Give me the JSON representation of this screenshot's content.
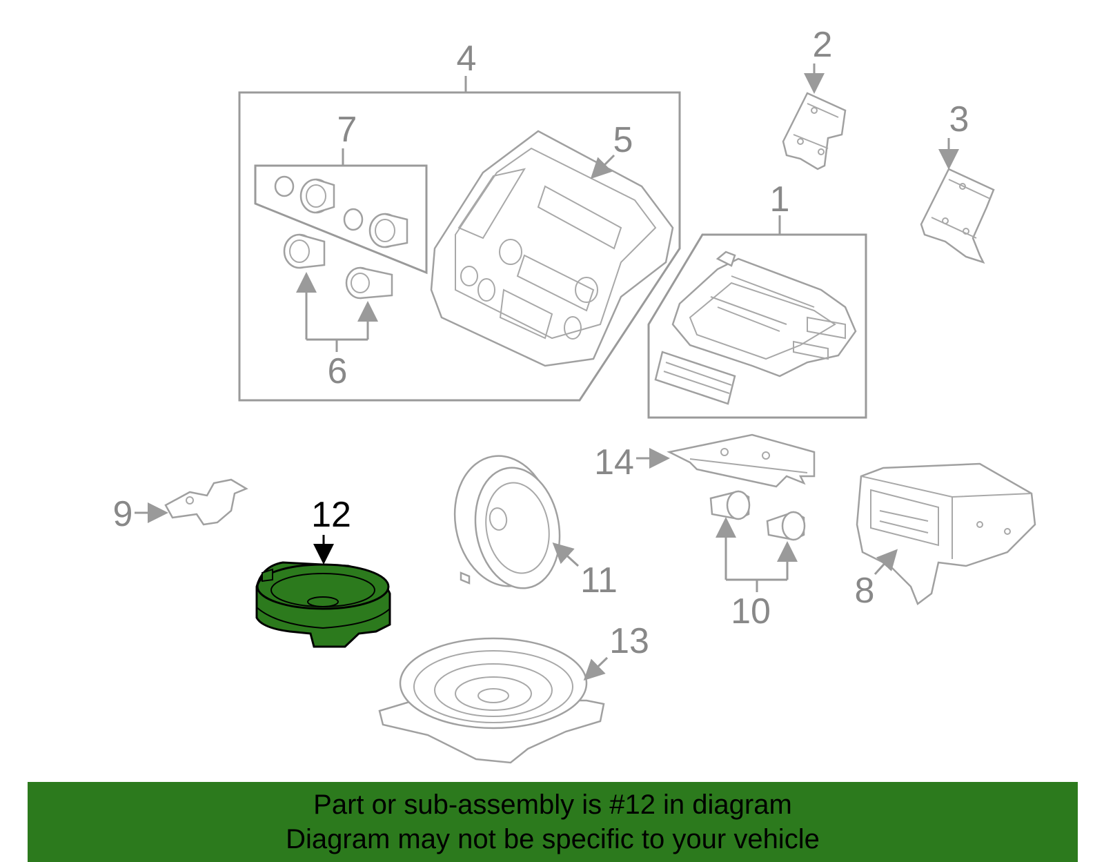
{
  "callouts": {
    "c1": "1",
    "c2": "2",
    "c3": "3",
    "c4": "4",
    "c5": "5",
    "c6": "6",
    "c7": "7",
    "c8": "8",
    "c9": "9",
    "c10": "10",
    "c11": "11",
    "c12": "12",
    "c13": "13",
    "c14": "14"
  },
  "highlighted_part": "12",
  "colors": {
    "highlight_fill": "#2c7a1d",
    "line_gray": "#9a9a9a",
    "banner_bg": "#2c7a1d"
  },
  "banner": {
    "line1": "Part or sub-assembly is #12 in diagram",
    "line2": "Diagram may not be specific to your vehicle"
  }
}
